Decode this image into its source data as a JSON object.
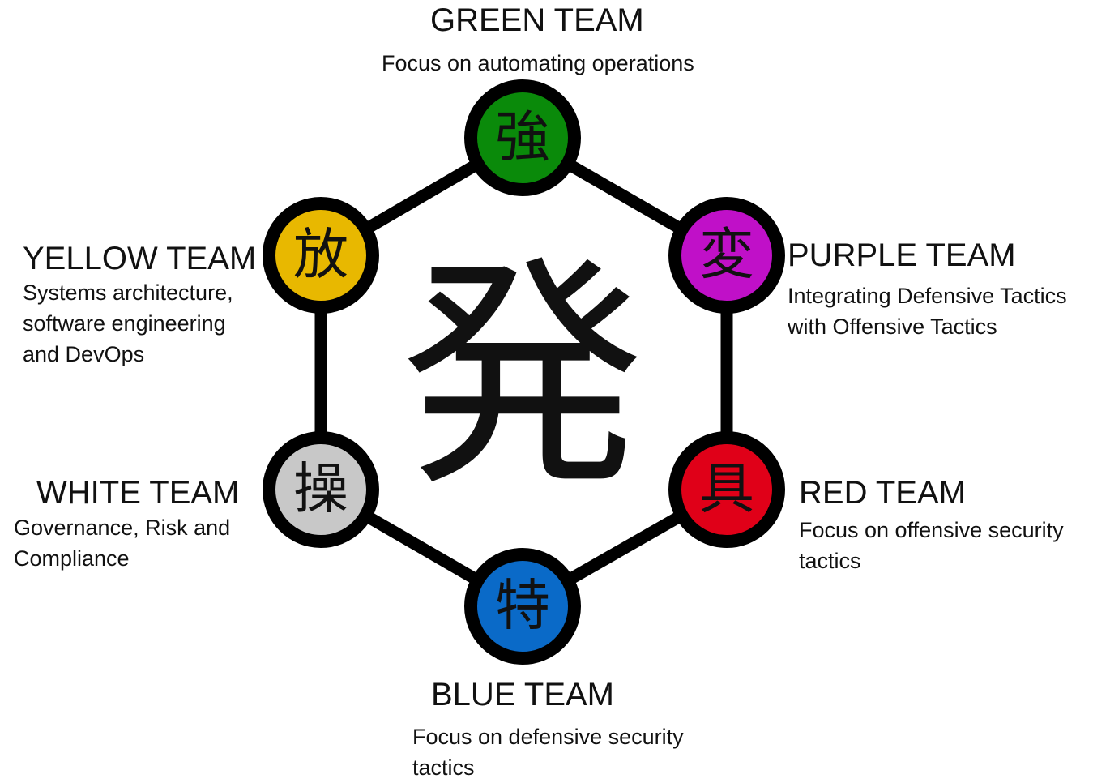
{
  "center": {
    "glyph": "発"
  },
  "edge_color": "#000000",
  "teams": [
    {
      "id": "green",
      "title": "GREEN TEAM",
      "glyph": "強",
      "color": "#0a8a0a",
      "icon": "green-team-node",
      "description": "Focus on automating operations"
    },
    {
      "id": "purple",
      "title": "PURPLE TEAM",
      "glyph": "変",
      "color": "#c010c8",
      "icon": "purple-team-node",
      "description": [
        "Integrating Defensive Tactics",
        "with Offensive Tactics"
      ]
    },
    {
      "id": "red",
      "title": "RED TEAM",
      "glyph": "具",
      "color": "#e00018",
      "icon": "red-team-node",
      "description": [
        "Focus on offensive security",
        "tactics"
      ]
    },
    {
      "id": "blue",
      "title": "BLUE TEAM",
      "glyph": "特",
      "color": "#0a6ac8",
      "icon": "blue-team-node",
      "description": [
        "Focus on defensive security",
        "tactics"
      ]
    },
    {
      "id": "white",
      "title": "WHITE TEAM",
      "glyph": "操",
      "color": "#c8c8c8",
      "icon": "white-team-node",
      "description": [
        "Governance, Risk and",
        "Compliance"
      ]
    },
    {
      "id": "yellow",
      "title": "YELLOW TEAM",
      "glyph": "放",
      "color": "#e8b800",
      "icon": "yellow-team-node",
      "description": [
        "Systems architecture,",
        "software engineering",
        "and DevOps"
      ]
    }
  ]
}
